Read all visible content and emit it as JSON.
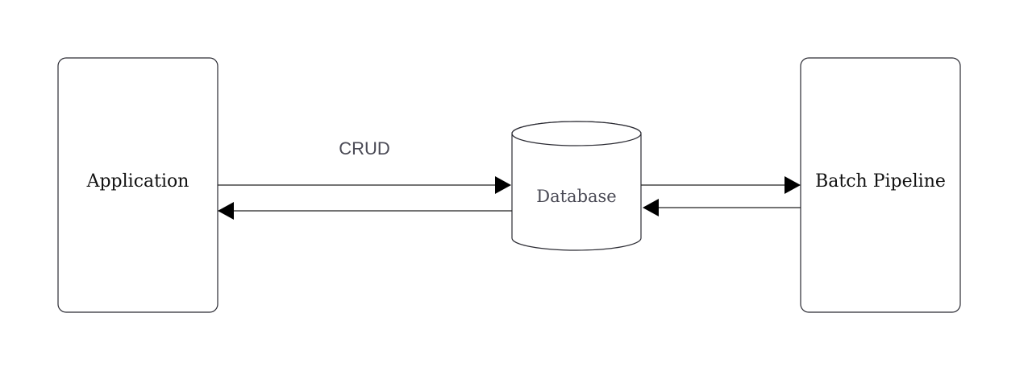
{
  "diagram": {
    "nodes": [
      {
        "id": "application",
        "label": "Application",
        "shape": "rounded-rectangle"
      },
      {
        "id": "database",
        "label": "Database",
        "shape": "cylinder"
      },
      {
        "id": "batch_pipeline",
        "label": "Batch Pipeline",
        "shape": "rounded-rectangle"
      }
    ],
    "edges": [
      {
        "from": "application",
        "to": "database",
        "label": "CRUD"
      },
      {
        "from": "database",
        "to": "application",
        "label": ""
      },
      {
        "from": "database",
        "to": "batch_pipeline",
        "label": ""
      },
      {
        "from": "batch_pipeline",
        "to": "database",
        "label": ""
      }
    ]
  }
}
